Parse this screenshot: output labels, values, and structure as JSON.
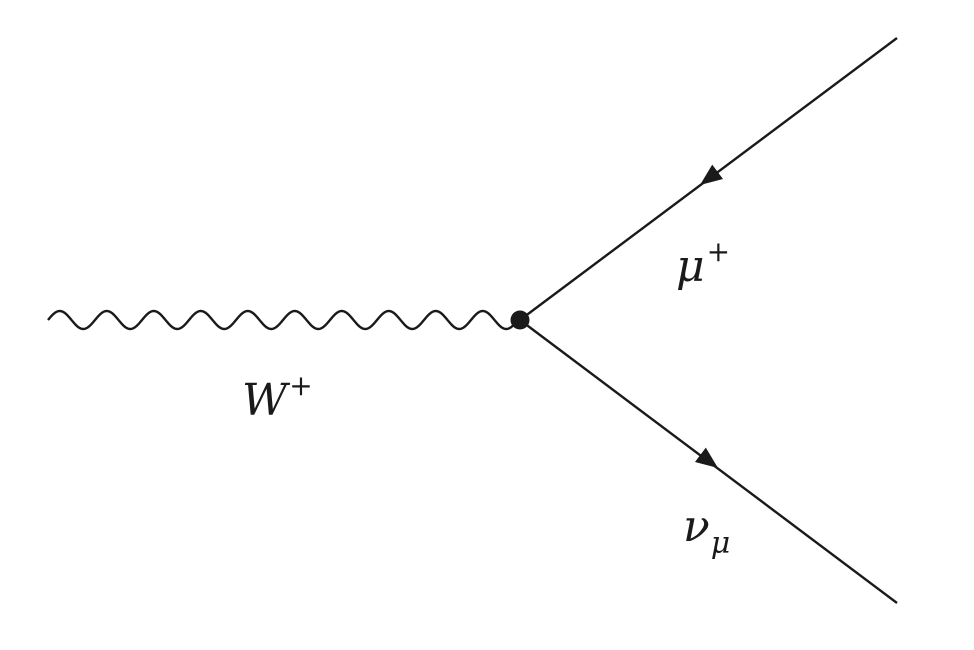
{
  "diagram": {
    "type": "feynman",
    "particles": {
      "boson": {
        "symbol": "W",
        "charge": "+",
        "line": "wavy"
      },
      "lepton_top": {
        "symbol": "μ",
        "charge": "+",
        "line": "fermion",
        "arrow": "incoming-to-vertex"
      },
      "lepton_bottom": {
        "symbol": "ν",
        "subscript": "μ",
        "line": "fermion",
        "arrow": "outgoing-from-vertex"
      }
    },
    "colors": {
      "line": "#1a1a1a"
    }
  }
}
